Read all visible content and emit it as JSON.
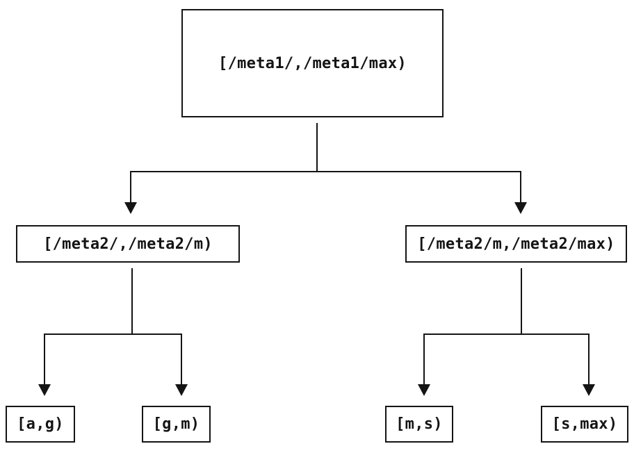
{
  "diagram": {
    "type": "tree",
    "root": {
      "label": "[/meta1/,/meta1/max)"
    },
    "children": [
      {
        "label": "[/meta2/,/meta2/m)"
      },
      {
        "label": "[/meta2/m,/meta2/max)"
      }
    ],
    "leaves": [
      {
        "label": "[a,g)"
      },
      {
        "label": "[g,m)"
      },
      {
        "label": "[m,s)"
      },
      {
        "label": "[s,max)"
      }
    ],
    "colors": {
      "line": "#141414",
      "text": "#141414",
      "background": "#ffffff"
    }
  }
}
